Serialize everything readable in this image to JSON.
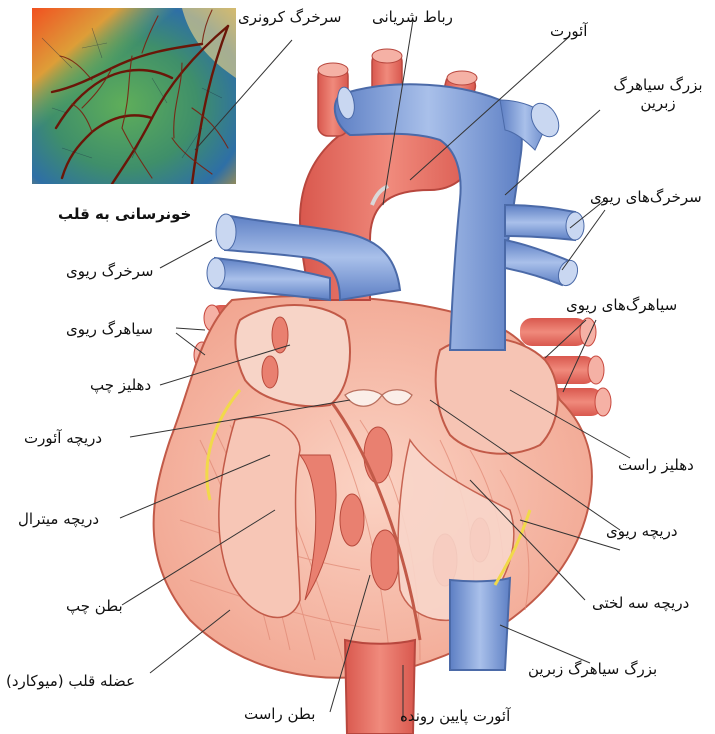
{
  "diagram": {
    "inset_title": "خونرسانی به قلب",
    "labels": {
      "coronary_artery": "سرخرگ کرونری",
      "ligamentum_arteriosum": "رباط شریانی",
      "aorta": "آئورت",
      "superior_vena_cava_line1": "بزرگ  سیاهرگ",
      "superior_vena_cava_line2": "زبرین",
      "pulmonary_arteries_right": "سرخرگ‌های ریوی",
      "pulmonary_artery_left": "سرخرگ ریوی",
      "pulmonary_veins_right": "سیاهرگ‌های ریوی",
      "pulmonary_vein_left": "سیاهرگ  ریوی",
      "left_atrium": "دهلیز چپ",
      "aortic_valve": "دریچه آئورت",
      "right_atrium": "دهلیز راست",
      "mitral_valve": "دریچه میترال",
      "pulmonary_valve": "دریچه ریوی",
      "tricuspid_valve": "دریچه سه لختی",
      "left_ventricle": "بطن چپ",
      "inferior_vena_cava": "بزرگ سیاهرگ زبرین",
      "myocardium": "عضله قلب (میوکارد)",
      "right_ventricle": "بطن راست",
      "descending_aorta": "آئورت پایین رونده"
    },
    "colors": {
      "artery_red": "#e8736a",
      "vein_blue": "#7f9fd6",
      "muscle_pink": "#f4b9a6",
      "chamber_light": "#fbe4dc",
      "leader_line": "#333333"
    }
  }
}
